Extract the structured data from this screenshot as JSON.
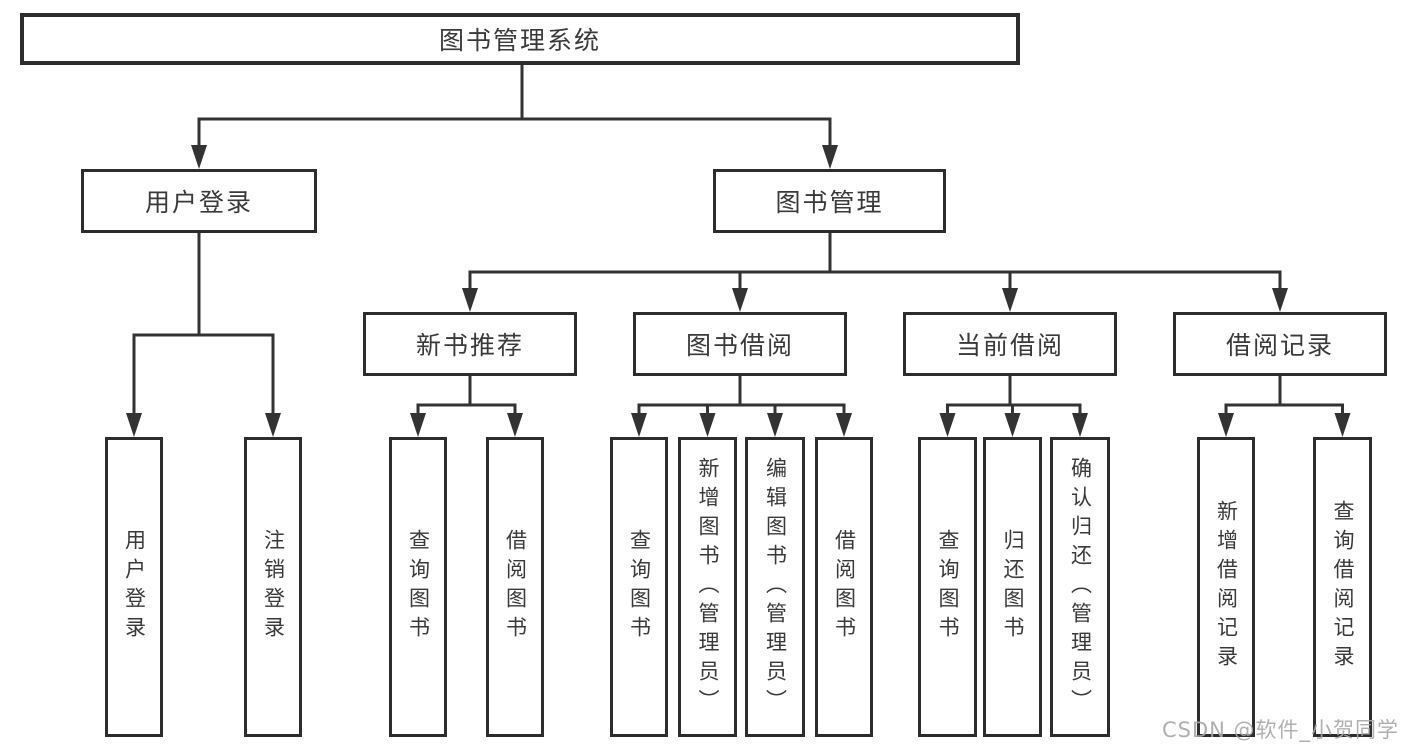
{
  "colors": {
    "line": "#333333",
    "border": "#2d2d2d",
    "text": "#3a3a3a",
    "watermark_text": "#a8a8a8",
    "background": "#ffffff"
  },
  "watermark": {
    "text": "CSDN @软件_小贺同学"
  },
  "tree": {
    "root": {
      "label": "图书管理系统"
    },
    "branches": [
      {
        "label": "用户登录",
        "children": [
          {
            "label": "用户登录"
          },
          {
            "label": "注销登录"
          }
        ]
      },
      {
        "label": "图书管理",
        "children": [
          {
            "label": "新书推荐",
            "children": [
              {
                "label": "查询图书"
              },
              {
                "label": "借阅图书"
              }
            ]
          },
          {
            "label": "图书借阅",
            "children": [
              {
                "label": "查询图书"
              },
              {
                "label": "新增图书（管理员）"
              },
              {
                "label": "编辑图书（管理员）"
              },
              {
                "label": "借阅图书"
              }
            ]
          },
          {
            "label": "当前借阅",
            "children": [
              {
                "label": "查询图书"
              },
              {
                "label": "归还图书"
              },
              {
                "label": "确认归还（管理员）"
              }
            ]
          },
          {
            "label": "借阅记录",
            "children": [
              {
                "label": "新增借阅记录"
              },
              {
                "label": "查询借阅记录"
              }
            ]
          }
        ]
      }
    ]
  }
}
